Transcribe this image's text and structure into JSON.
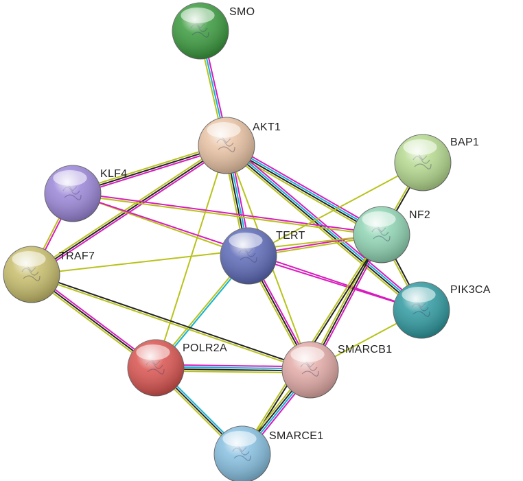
{
  "network": {
    "evidence_colors": {
      "experiments": "#d81bbd",
      "databases": "#10b3d6",
      "textmining": "#b8c21a",
      "coexpression": "#222222"
    },
    "nodes": [
      {
        "id": "SMO",
        "label": "SMO",
        "color": "#3a9a3e"
      },
      {
        "id": "AKT1",
        "label": "AKT1",
        "color": "#e9c3a4"
      },
      {
        "id": "BAP1",
        "label": "BAP1",
        "color": "#b4d98e"
      },
      {
        "id": "KLF4",
        "label": "KLF4",
        "color": "#9b86d8"
      },
      {
        "id": "NF2",
        "label": "NF2",
        "color": "#8fd4b3"
      },
      {
        "id": "TERT",
        "label": "TERT",
        "color": "#5d6ab8"
      },
      {
        "id": "TRAF7",
        "label": "TRAF7",
        "color": "#c7bd6b"
      },
      {
        "id": "PIK3CA",
        "label": "PIK3CA",
        "color": "#2f9aa0"
      },
      {
        "id": "POLR2A",
        "label": "POLR2A",
        "color": "#d9534f"
      },
      {
        "id": "SMARCB1",
        "label": "SMARCB1",
        "color": "#e2aaa6"
      },
      {
        "id": "SMARCE1",
        "label": "SMARCE1",
        "color": "#86bfe0"
      }
    ],
    "edges": [
      {
        "source": "SMO",
        "target": "AKT1",
        "evidence": [
          "experiments",
          "databases",
          "textmining"
        ]
      },
      {
        "source": "AKT1",
        "target": "KLF4",
        "evidence": [
          "experiments",
          "coexpression",
          "textmining"
        ]
      },
      {
        "source": "AKT1",
        "target": "TRAF7",
        "evidence": [
          "experiments",
          "coexpression",
          "textmining"
        ]
      },
      {
        "source": "AKT1",
        "target": "TERT",
        "evidence": [
          "experiments",
          "databases",
          "coexpression",
          "textmining"
        ]
      },
      {
        "source": "AKT1",
        "target": "NF2",
        "evidence": [
          "experiments",
          "databases",
          "coexpression",
          "textmining"
        ]
      },
      {
        "source": "AKT1",
        "target": "PIK3CA",
        "evidence": [
          "experiments",
          "databases",
          "coexpression",
          "textmining"
        ]
      },
      {
        "source": "AKT1",
        "target": "SMARCB1",
        "evidence": [
          "textmining"
        ]
      },
      {
        "source": "AKT1",
        "target": "POLR2A",
        "evidence": [
          "textmining"
        ]
      },
      {
        "source": "KLF4",
        "target": "TRAF7",
        "evidence": [
          "experiments",
          "textmining"
        ]
      },
      {
        "source": "KLF4",
        "target": "NF2",
        "evidence": [
          "experiments",
          "textmining"
        ]
      },
      {
        "source": "KLF4",
        "target": "TERT",
        "evidence": [
          "textmining"
        ]
      },
      {
        "source": "KLF4",
        "target": "PIK3CA",
        "evidence": [
          "experiments"
        ]
      },
      {
        "source": "BAP1",
        "target": "NF2",
        "evidence": [
          "coexpression",
          "textmining"
        ]
      },
      {
        "source": "BAP1",
        "target": "TERT",
        "evidence": [
          "textmining"
        ]
      },
      {
        "source": "TERT",
        "target": "NF2",
        "evidence": [
          "experiments",
          "textmining"
        ]
      },
      {
        "source": "TERT",
        "target": "POLR2A",
        "evidence": [
          "databases",
          "textmining"
        ]
      },
      {
        "source": "TERT",
        "target": "SMARCB1",
        "evidence": [
          "experiments",
          "coexpression",
          "textmining"
        ]
      },
      {
        "source": "TERT",
        "target": "PIK3CA",
        "evidence": [
          "experiments"
        ]
      },
      {
        "source": "TRAF7",
        "target": "NF2",
        "evidence": [
          "textmining"
        ]
      },
      {
        "source": "TRAF7",
        "target": "POLR2A",
        "evidence": [
          "experiments",
          "coexpression",
          "textmining"
        ]
      },
      {
        "source": "TRAF7",
        "target": "SMARCB1",
        "evidence": [
          "coexpression",
          "textmining"
        ]
      },
      {
        "source": "NF2",
        "target": "PIK3CA",
        "evidence": [
          "coexpression",
          "textmining"
        ]
      },
      {
        "source": "NF2",
        "target": "SMARCB1",
        "evidence": [
          "experiments",
          "coexpression",
          "textmining"
        ]
      },
      {
        "source": "NF2",
        "target": "SMARCE1",
        "evidence": [
          "coexpression",
          "textmining"
        ]
      },
      {
        "source": "PIK3CA",
        "target": "SMARCB1",
        "evidence": [
          "textmining"
        ]
      },
      {
        "source": "POLR2A",
        "target": "SMARCB1",
        "evidence": [
          "experiments",
          "databases",
          "coexpression",
          "textmining"
        ]
      },
      {
        "source": "POLR2A",
        "target": "SMARCE1",
        "evidence": [
          "databases",
          "coexpression",
          "textmining"
        ]
      },
      {
        "source": "SMARCB1",
        "target": "SMARCE1",
        "evidence": [
          "experiments",
          "databases",
          "coexpression",
          "textmining"
        ]
      }
    ]
  }
}
